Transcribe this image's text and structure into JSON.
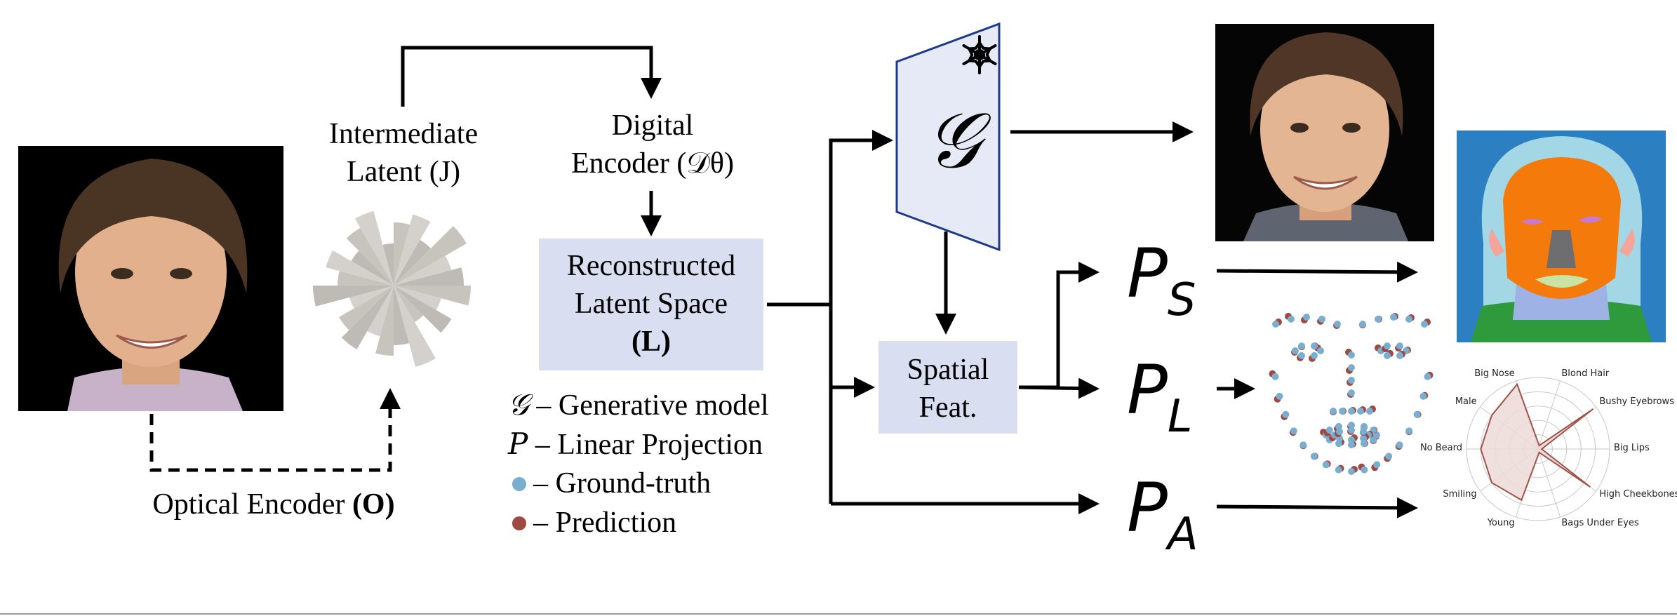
{
  "labels": {
    "intermediate_latent_l1": "Intermediate",
    "intermediate_latent_l2": "Latent (J)",
    "digital_encoder_l1": "Digital",
    "digital_encoder_l2": "Encoder (𝒟θ)",
    "reconstructed_l1": "Reconstructed",
    "reconstructed_l2": "Latent Space",
    "reconstructed_l3": "(L)",
    "spatial_l1": "Spatial",
    "spatial_l2": "Feat.",
    "optical_encoder_text": "Optical Encoder ",
    "optical_encoder_bold": "(O)",
    "generator_symbol": "𝒢",
    "proj_s": "P",
    "proj_s_sub": "S",
    "proj_l": "P",
    "proj_l_sub": "L",
    "proj_a": "P",
    "proj_a_sub": "A"
  },
  "legend": {
    "g_symbol": "𝒢",
    "g_text": " – Generative model",
    "p_symbol": "P",
    "p_text": " – Linear Projection",
    "gt_text": "– Ground-truth",
    "pred_text": "– Prediction"
  },
  "colors": {
    "box_fill": "#d9def1",
    "ground_truth": "#7aaed0",
    "prediction": "#9e4a42",
    "radar_line": "#a0524a",
    "radar_fill": "#ecd9d7"
  },
  "icons": {
    "frozen": "snowflake-icon"
  },
  "chart_data": {
    "type": "radar",
    "categories": [
      "Blond Hair",
      "Bushy Eyebrows",
      "Big Lips",
      "High Cheekbones",
      "Bags Under Eyes",
      "Young",
      "Smiling",
      "No Beard",
      "Male",
      "Big Nose"
    ],
    "values": [
      0.05,
      0.95,
      0.05,
      0.9,
      0.05,
      0.75,
      0.8,
      0.8,
      0.8,
      0.95
    ]
  }
}
